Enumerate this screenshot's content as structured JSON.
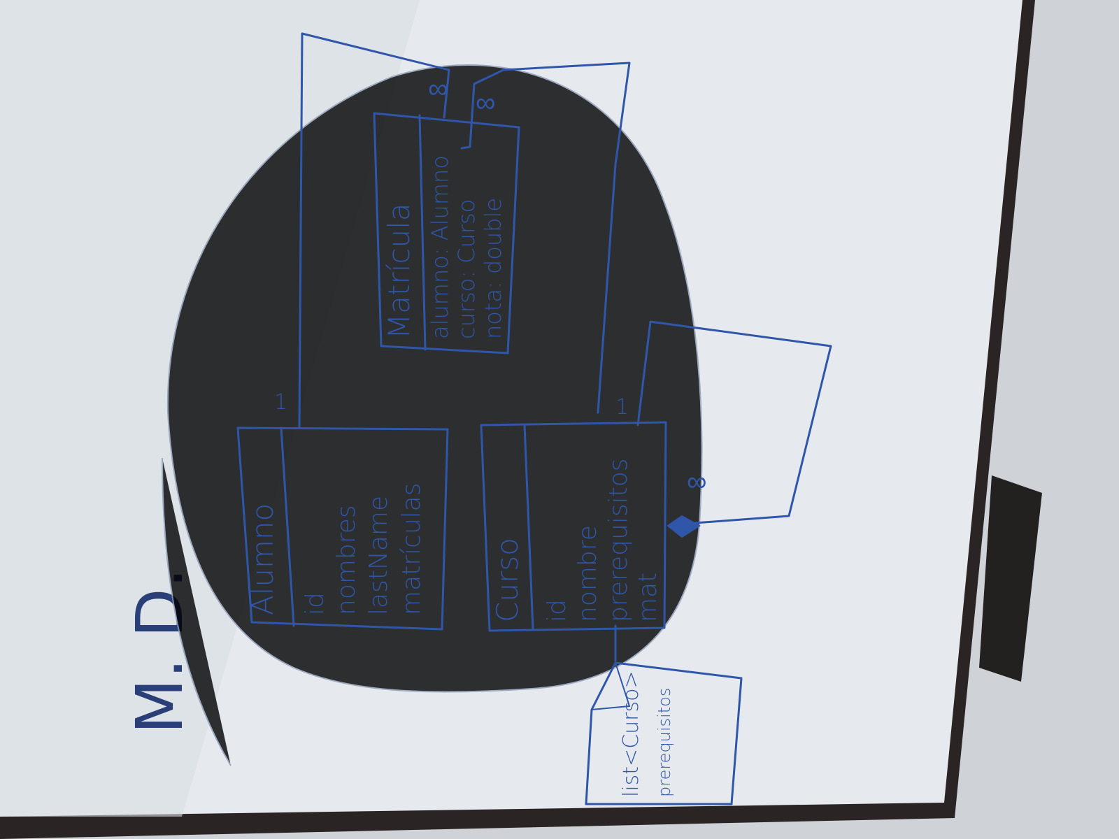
{
  "board": {
    "title": "M. D.",
    "colors": {
      "ink": "#2f56a8",
      "board": "#e6eaee",
      "frame": "#2b2424",
      "wall": "#cfd3d8"
    }
  },
  "classes": {
    "alumno": {
      "name": "Alumno",
      "attributes": [
        "id",
        "nombres",
        "lastName",
        "matrículas"
      ]
    },
    "curso": {
      "name": "Curso",
      "attributes": [
        "id",
        "nombre",
        "prerequisitos",
        "mat"
      ]
    },
    "matricula": {
      "name": "Matrícula",
      "attributes": [
        "alumno: Alumno",
        "curso: Curso",
        "nota: double"
      ]
    }
  },
  "note": {
    "lines": [
      "list<Curso>",
      "prerequisitos"
    ]
  },
  "multiplicities": {
    "alumno_one": "1",
    "matricula_many_top": "∞",
    "matricula_many_right": "∞",
    "curso_one": "1",
    "curso_many": "∞"
  }
}
